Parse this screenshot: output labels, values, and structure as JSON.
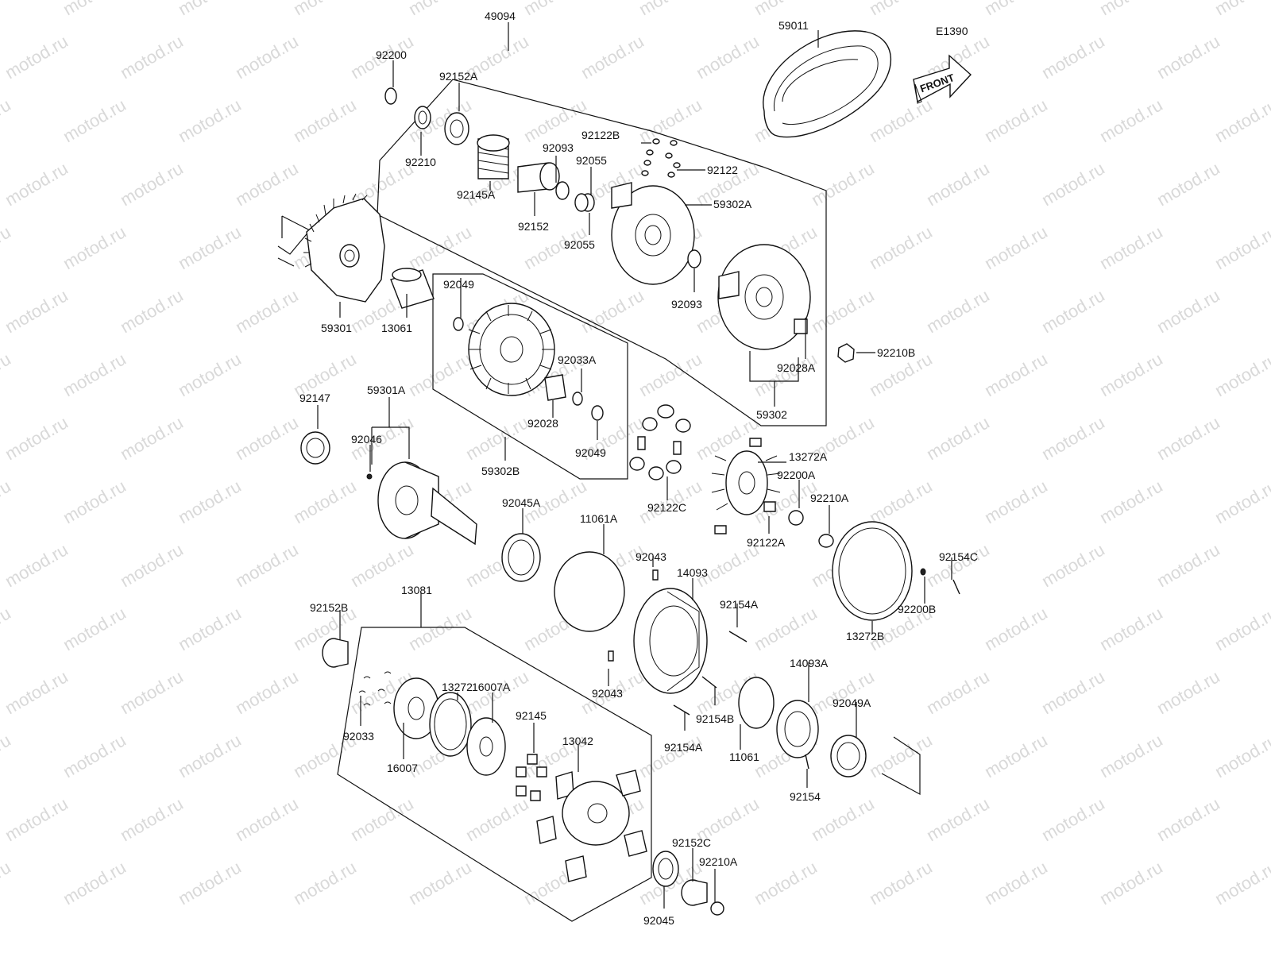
{
  "watermark_text": "motod.ru",
  "diagram_id": "E1390",
  "direction_label": "FRONT",
  "labels": {
    "p49094": "49094",
    "p92200": "92200",
    "p92152A": "92152A",
    "p92210": "92210",
    "p92145A": "92145A",
    "p92093a": "92093",
    "p92152": "92152",
    "p92122B": "92122B",
    "p92055a": "92055",
    "p92055b": "92055",
    "p92122": "92122",
    "p59302A": "59302A",
    "p92093b": "92093",
    "p59011": "59011",
    "p59301": "59301",
    "p13061": "13061",
    "p92049a": "92049",
    "p92033A": "92033A",
    "p92028": "92028",
    "p92049b": "92049",
    "p59302B": "59302B",
    "p92028A": "92028A",
    "p92210B": "92210B",
    "p59302": "59302",
    "p92147": "92147",
    "p59301A": "59301A",
    "p92046": "92046",
    "p13272A": "13272A",
    "p92200A": "92200A",
    "p92210Aa": "92210A",
    "p92122A": "92122A",
    "p92122C": "92122C",
    "p92045A": "92045A",
    "p11061A": "11061A",
    "p92043a": "92043",
    "p14093": "14093",
    "p92154A_a": "92154A",
    "p92154C": "92154C",
    "p92200B": "92200B",
    "p13272B": "13272B",
    "p92152B": "92152B",
    "p13081": "13081",
    "p13272": "13272",
    "p16007A": "16007A",
    "p92145": "92145",
    "p13042": "13042",
    "p92043b": "92043",
    "p92033": "92033",
    "p16007": "16007",
    "p14093A": "14093A",
    "p92049A": "92049A",
    "p92154B": "92154B",
    "p92154A_b": "92154A",
    "p11061": "11061",
    "p92154": "92154",
    "p92152C": "92152C",
    "p92210Ab": "92210A",
    "p92045": "92045"
  }
}
